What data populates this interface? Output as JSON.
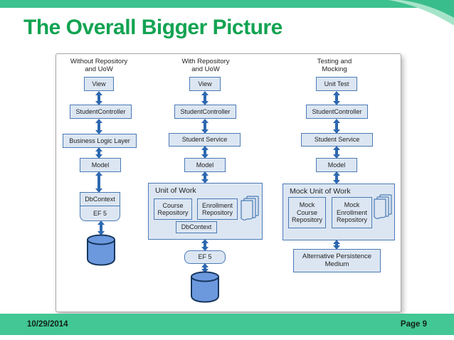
{
  "slide": {
    "title": "The Overall Bigger Picture",
    "footer": {
      "date": "10/29/2014",
      "page": "Page 9"
    }
  },
  "diagram": {
    "col1": {
      "header_line1": "Without Repository",
      "header_line2": "and UoW",
      "view": "View",
      "controller": "StudentController",
      "business_logic": "Business Logic Layer",
      "model": "Model",
      "dbcontext": "DbContext",
      "ef": "EF 5"
    },
    "col2": {
      "header_line1": "With Repository",
      "header_line2": "and UoW",
      "view": "View",
      "controller": "StudentController",
      "service": "Student Service",
      "model": "Model",
      "uow_label": "Unit of Work",
      "course_repo": "Course Repository",
      "enrollment_repo": "Enrollment Repository",
      "dbcontext": "DbContext",
      "ef": "EF 5"
    },
    "col3": {
      "header_line1": "Testing and",
      "header_line2": "Mocking",
      "unit_test": "Unit Test",
      "controller": "StudentController",
      "service": "Student Service",
      "model": "Model",
      "uow_label": "Mock Unit of Work",
      "course_repo": "Mock Course Repository",
      "enrollment_repo": "Mock Enrollment Repository",
      "persistence": "Alternative Persistence Medium"
    }
  },
  "colors": {
    "top_bar": "#3dc18f",
    "footer_bar": "#42c795",
    "title_green": "#12a352",
    "swoosh_dark": "#3abd8c",
    "swoosh_light": "#a6e4c9",
    "box_fill": "#dce6f2",
    "box_border": "#4a7ab5",
    "arrow_blue": "#2d68b0",
    "cylinder_fill": "#6c98de",
    "cylinder_border": "#17375e",
    "panel_border": "#a6a6a6",
    "text_dark": "#1f1f1f",
    "footer_text": "#132019"
  }
}
